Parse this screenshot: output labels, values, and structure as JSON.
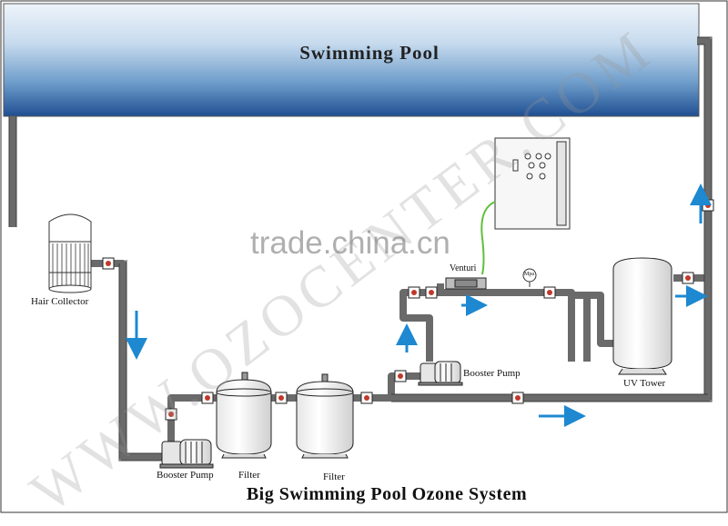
{
  "pool": {
    "title": "Swimming Pool"
  },
  "labels": {
    "hair_collector": "Hair Collector",
    "booster_pump_main": "Booster Pump",
    "filter_1": "Filter",
    "filter_2": "Filter",
    "booster_pump_side": "Booster Pump",
    "venturi": "Venturi",
    "uv_tower": "UV Tower",
    "meter": "Mpa"
  },
  "title": "Big Swimming Pool Ozone System",
  "watermarks": {
    "site": "WWW.OZOCENTER.COM",
    "trade": "trade.china.cn"
  },
  "colors": {
    "pool_top": "#e8f0f8",
    "pool_mid": "#7fa9d0",
    "pool_bottom": "#2a5a9a",
    "pipe": "#7a7a7a",
    "pipe_dark": "#4a4a4a",
    "arrow": "#1e88d0",
    "valve": "#c0392b",
    "tube": "#5fbf3a"
  }
}
